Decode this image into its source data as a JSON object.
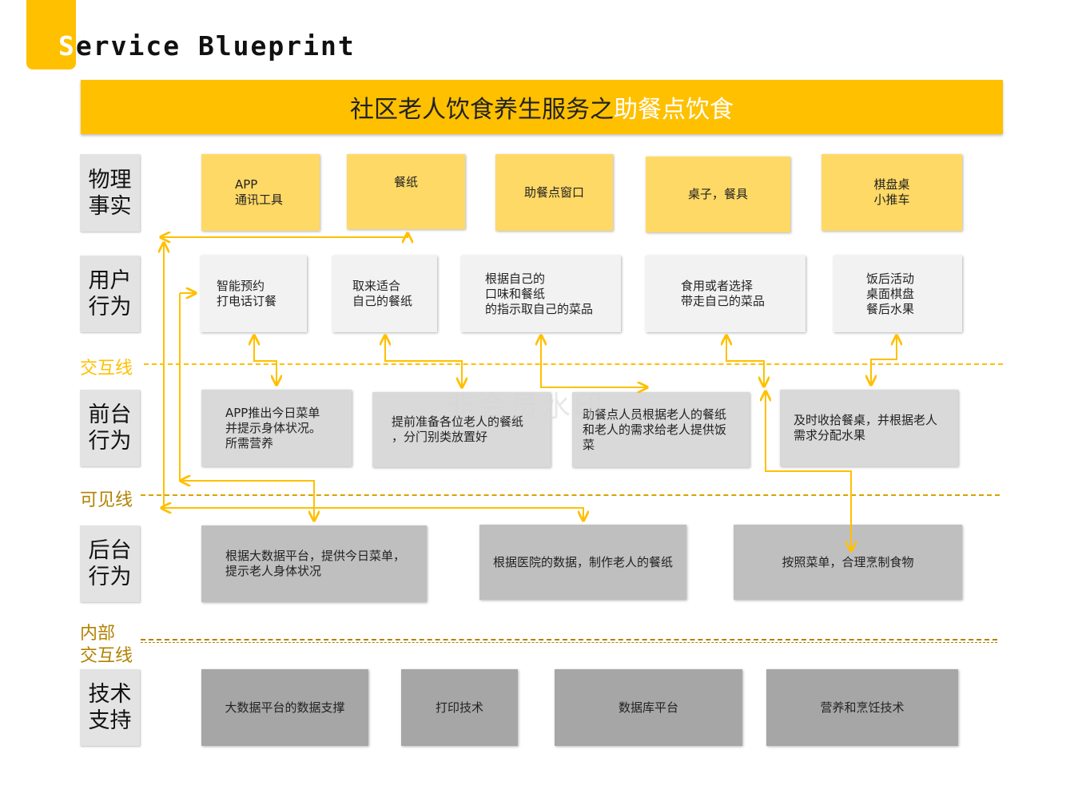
{
  "header": {
    "logo_letter": "S",
    "logo_text": "ervice  Blueprint",
    "title_main": "社区老人饮食养生服务之",
    "title_highlight": "助餐点饮食"
  },
  "rows": {
    "physical": {
      "label_1": "物理",
      "label_2": "事实"
    },
    "user": {
      "label_1": "用户",
      "label_2": "行为"
    },
    "front": {
      "label_1": "前台",
      "label_2": "行为"
    },
    "back": {
      "label_1": "后台",
      "label_2": "行为"
    },
    "tech": {
      "label_1": "技术",
      "label_2": "支持"
    }
  },
  "lines": {
    "interaction": "交互线",
    "visibility": "可见线",
    "internal_1": "内部",
    "internal_2": "交互线"
  },
  "physical_items": [
    "APP\n通讯工具",
    "餐纸",
    "助餐点窗口",
    "桌子，餐具",
    "棋盘桌\n小推车"
  ],
  "user_items": [
    "智能预约\n打电话订餐",
    "取来适合\n自己的餐纸",
    "根据自己的\n口味和餐纸\n的指示取自己的菜品",
    "食用或者选择\n带走自己的菜品",
    "饭后活动\n桌面棋盘\n餐后水果"
  ],
  "front_items": [
    "APP推出今日菜单\n并提示身体状况。\n所需营养",
    "提前准备各位老人的餐纸\n，分门别类放置好",
    "助餐点人员根据老人的餐纸\n和老人的需求给老人提供饭\n菜",
    "及时收拾餐桌，并根据老人\n需求分配水果"
  ],
  "back_items": [
    "根据大数据平台，提供今日菜单，\n提示老人身体状况",
    "根据医院的数据，制作老人的餐纸",
    "按照菜单，合理烹制食物"
  ],
  "tech_items": [
    "大数据平台的数据支撑",
    "打印技术",
    "数据库平台",
    "营养和烹饪技术"
  ],
  "watermark": "非会员水印",
  "colors": {
    "accent": "#FFC000",
    "physical": "#FFD966",
    "user": "#f2f2f2",
    "front": "#d9d9d9",
    "back": "#bfbfbf",
    "tech": "#a6a6a6"
  }
}
